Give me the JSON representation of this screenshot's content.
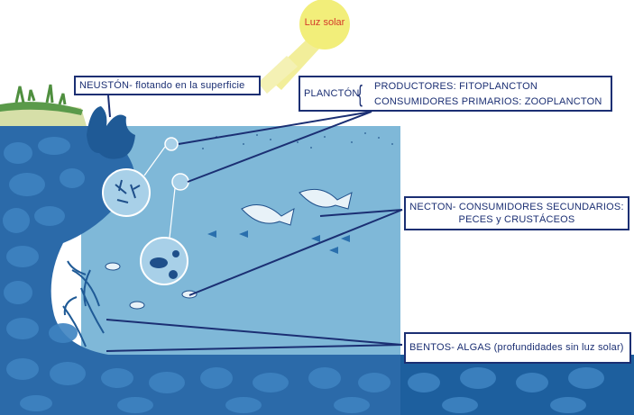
{
  "sun": {
    "label": "Luz solar",
    "color": "#f2ee7a",
    "text_color": "#d43a2a"
  },
  "neuston": {
    "label": "NEUSTÓN- flotando en la superficie"
  },
  "plancton": {
    "title": "PLANCTÓN",
    "productores": "PRODUCTORES: FITOPLANCTON",
    "consumidores": "CONSUMIDORES PRIMARIOS: ZOOPLANCTON"
  },
  "necton": {
    "line1": "NECTON- CONSUMIDORES SECUNDARIOS:",
    "line2": "PECES y CRUSTÁCEOS"
  },
  "bentos": {
    "label": "BENTOS- ALGAS (profundidades sin luz solar)"
  },
  "colors": {
    "label_border": "#1b2f73",
    "water": "#7fb8d8",
    "deep": "#2a6fad",
    "seabed": "#1d5f9e",
    "grass": "#5a9a4a",
    "sand": "#d6dfa8"
  }
}
